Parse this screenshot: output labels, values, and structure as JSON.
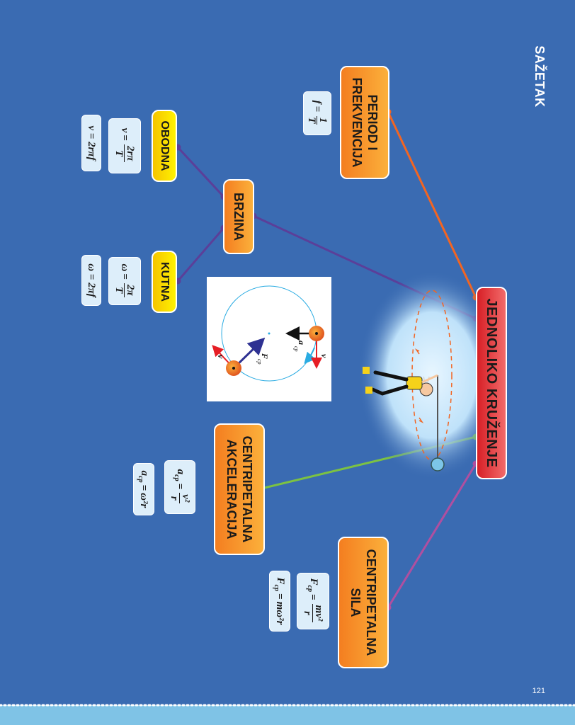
{
  "heading": "SAŽETAK",
  "page_number": "121",
  "central": {
    "label": "JEDNOLIKO KRUŽENJE"
  },
  "period": {
    "label_line1": "PERIOD I",
    "label_line2": "FREKVENCIJA",
    "formula": {
      "lhs": "f",
      "num": "1",
      "den": "T"
    }
  },
  "velocity": {
    "label": "BRZINA",
    "obodna": {
      "label": "OBODNA",
      "formula1": {
        "lhs": "v",
        "num": "2rπ",
        "den": "T"
      },
      "formula2": "v = 2rπf"
    },
    "kutna": {
      "label": "KUTNA",
      "formula1": {
        "lhs": "ω",
        "num": "2π",
        "den": "T"
      },
      "formula2": "ω = 2πf"
    }
  },
  "acceleration": {
    "label_line1": "CENTRIPETALNA",
    "label_line2": "AKCELERACIJA",
    "formula1": {
      "lhs": "a",
      "lhs_sub": "cp",
      "num": "v²",
      "den": "r"
    },
    "formula2": {
      "lhs": "a",
      "lhs_sub": "cp",
      "rhs": "ω²r"
    }
  },
  "force": {
    "label_line1": "CENTRIPETALNA",
    "label_line2": "SILA",
    "formula1": {
      "lhs": "F",
      "lhs_sub": "cp",
      "num": "mv²",
      "den": "r"
    },
    "formula2": {
      "lhs": "F",
      "lhs_sub": "cp",
      "rhs": "mω²r"
    }
  },
  "diagram_labels": {
    "velocity_top": "v",
    "acc_top": "a",
    "acc_sub": "cp",
    "force_bottom": "F",
    "force_sub": "cp",
    "velocity_bottom": "v"
  },
  "colors": {
    "background": "#3a6bb2",
    "line_period": "#f26522",
    "line_velocity": "#5b3f99",
    "line_acceleration": "#7cc242",
    "line_force": "#b04fa0",
    "circle": "#29abe2"
  }
}
